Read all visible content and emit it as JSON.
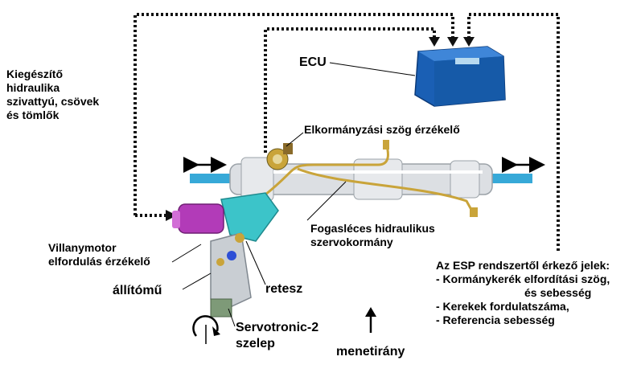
{
  "labels": {
    "ecu": "ECU",
    "steering_sensor": "Elkormányzási szög érzékelő",
    "aux_hydraulics": [
      "Kiegészítő",
      "hidraulika",
      "szivattyú, csövek",
      "és tömlők"
    ],
    "rack_steering": [
      "Fogasléces hidraulikus",
      "szervokormány"
    ],
    "motor_sensor": [
      "Villanymotor",
      "elfordulás érzékelő"
    ],
    "actuator": "állítómű",
    "latch": "retesz",
    "servotronic": [
      "Servotronic-2",
      "szelep"
    ],
    "direction": "menetirány",
    "esp_title": "Az ESP rendszertől érkező jelek:",
    "esp_items": [
      "- Kormánykerék elfordítási szög,",
      "és sebesség",
      "- Kerekek fordulatszáma,",
      "- Referencia sebesség"
    ]
  },
  "colors": {
    "ecu_blue": "#1a5fb4",
    "housing_grey": "#dcdfe3",
    "motor_magenta": "#b23bb8",
    "valve_cyan": "#3cc4c9",
    "tube_gold": "#c9a43a",
    "rod_blue": "#37a9d8"
  }
}
